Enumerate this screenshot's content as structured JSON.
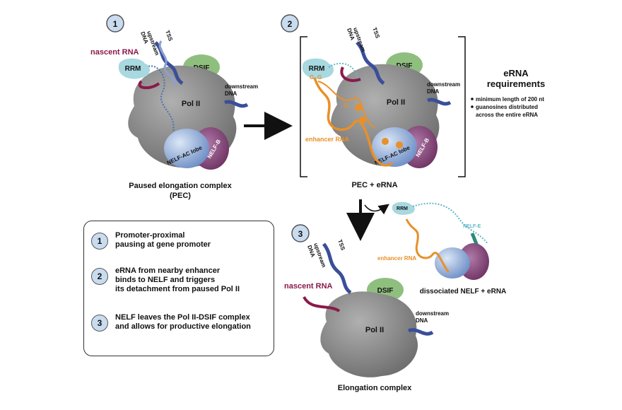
{
  "steps": [
    {
      "number": "1"
    },
    {
      "number": "2"
    },
    {
      "number": "3"
    }
  ],
  "labels": {
    "nascent_rna": "nascent RNA",
    "rrm": "RRM",
    "upstream_dna_line1": "upstream",
    "upstream_dna_line2": "DNA",
    "tss": "TSS",
    "dsif": "DSIF",
    "downstream_dna_line1": "downstream",
    "downstream_dna_line2": "DNA",
    "pol_ii": "Pol II",
    "nelf_ac_lobe": "NELF-AC lobe",
    "nelf_b": "NELF-B",
    "nelf_e": "NELF-E",
    "enhancer_rna": "enhancer RNA",
    "guanosine": "G"
  },
  "captions": {
    "pec_line1": "Paused elongation complex",
    "pec_line2": "(PEC)",
    "pec_erna": "PEC + eRNA",
    "elongation": "Elongation complex",
    "dissociated": "dissociated NELF + eRNA"
  },
  "erna_requirements": {
    "title_line1": "eRNA",
    "title_line2": "requirements",
    "items": [
      "minimum length of 200 nt",
      "guanosines distributed",
      "across the entire eRNA"
    ]
  },
  "legend": [
    {
      "number": "1",
      "lines": [
        "Promoter-proximal",
        "pausing at gene promoter"
      ]
    },
    {
      "number": "2",
      "lines": [
        "eRNA from nearby enhancer",
        "binds to NELF and triggers",
        "its detachment from paused Pol II"
      ]
    },
    {
      "number": "3",
      "lines": [
        "NELF leaves the Pol II-DSIF complex",
        "and allows for productive elongation"
      ]
    }
  ],
  "colors": {
    "pol_ii": "#8a8a8a",
    "dsif": "#8fbf7f",
    "rrm": "#a8d8e0",
    "nelf_ac": "#9db8de",
    "nelf_b": "#8a4a7a",
    "enhancer_rna": "#e8902a",
    "nascent_rna": "#8a1a4a",
    "dna": "#3a4f9a",
    "step_badge": "#c9dcef"
  }
}
